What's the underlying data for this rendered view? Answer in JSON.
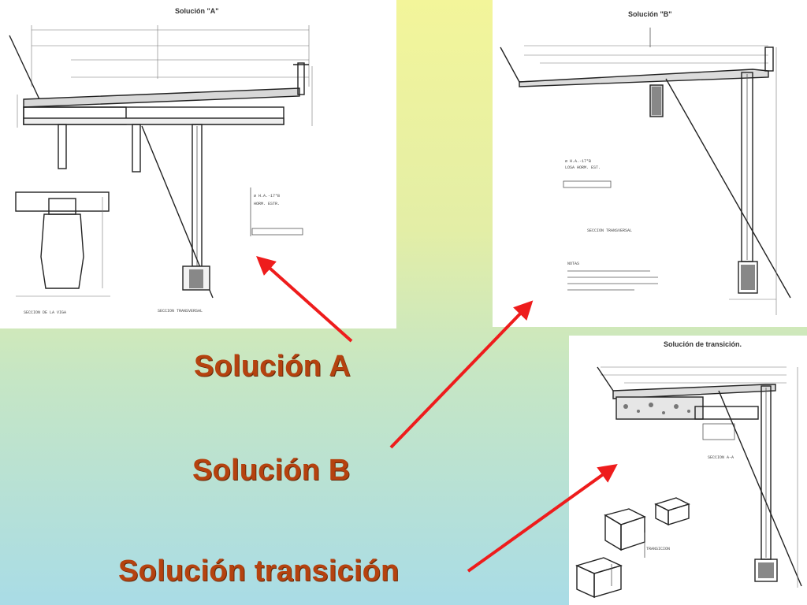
{
  "panels": {
    "a": {
      "title": "Solución \"A\""
    },
    "b": {
      "title": "Solución \"B\""
    },
    "t": {
      "title": "Solución de transición."
    }
  },
  "labels": {
    "a": "Solución A",
    "b": "Solución B",
    "t": "Solución transición"
  },
  "colors": {
    "label_text": "#b5420f",
    "arrow": "#ee1c1c",
    "background_top": "#f3f59a",
    "background_bottom": "#a9dce6"
  }
}
